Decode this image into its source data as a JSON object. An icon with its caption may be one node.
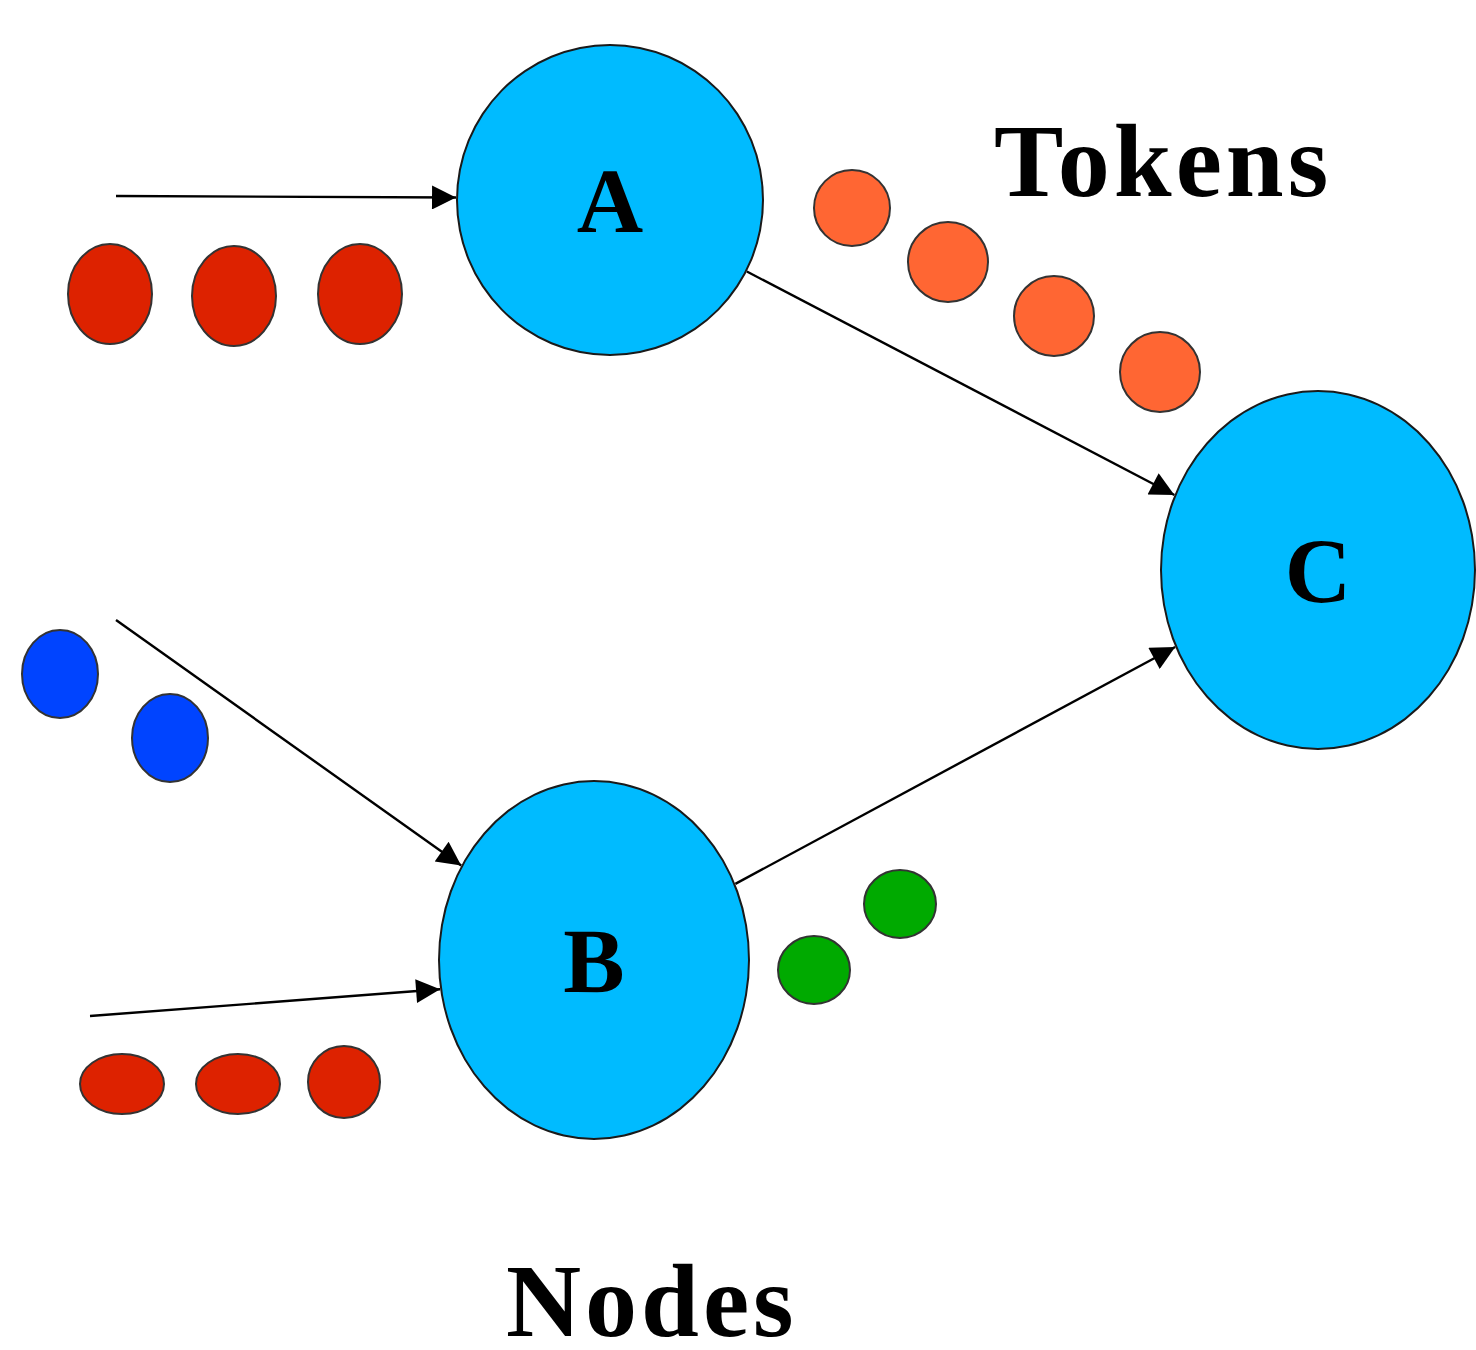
{
  "diagram": {
    "nodes": [
      {
        "text": [
          "A"
        ]
      },
      {
        "text": [
          "B"
        ]
      },
      {
        "text": [
          "C"
        ]
      }
    ],
    "edges": [
      {
        "from": null,
        "to": 0,
        "arrow": "to"
      },
      {
        "from": 0,
        "to": 2,
        "arrow": "to"
      },
      {
        "from": null,
        "to": 1,
        "arrow": "to"
      },
      {
        "from": null,
        "to": 1,
        "arrow": "to"
      },
      {
        "from": 1,
        "to": 2,
        "arrow": "to"
      }
    ],
    "labels": [
      "Tokens",
      "Nodes"
    ]
  }
}
